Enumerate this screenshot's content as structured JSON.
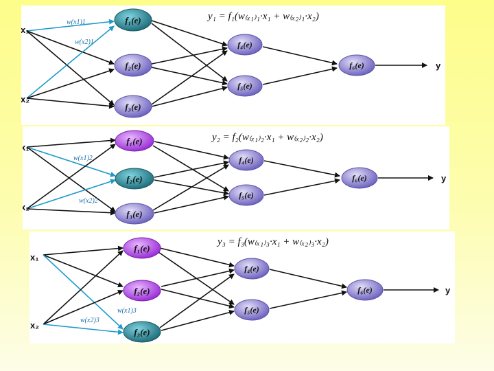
{
  "colors": {
    "page_background": "#fdfd9c",
    "panel_background": "#ffffff",
    "arrow_black": "#111111",
    "arrow_blue": "#1e9ac8",
    "node_teal": "#2f8d9b",
    "node_violet": "#8c84d6",
    "node_magenta": "#b048e8",
    "node_blue_violet": "#6f7fd0"
  },
  "panels": [
    {
      "formula": "y₁ = f₁(w₍ₓ₁₎₁·x₁ + w₍ₓ₂₎₁·x₂)",
      "inputs": [
        "x₁",
        "x₂"
      ],
      "weights": [
        "w(x1)1",
        "w(x2)1"
      ],
      "nodes": [
        "f₁(e)",
        "f₂(e)",
        "f₃(e)",
        "f₄(e)",
        "f₅(e)",
        "f₆(e)"
      ],
      "output": "y",
      "active_node": "f1",
      "active_node_color": "teal"
    },
    {
      "formula": "y₂ = f₂(w₍ₓ₁₎₂·x₁ + w₍ₓ₂₎₂·x₂)",
      "inputs": [
        "x₁",
        "x₂"
      ],
      "weights": [
        "w(x1)2",
        "w(x2)2"
      ],
      "nodes": [
        "f₁(e)",
        "f₂(e)",
        "f₃(e)",
        "f₄(e)",
        "f₅(e)",
        "f₆(e)"
      ],
      "output": "y",
      "active_node": "f2",
      "active_node_color": "teal"
    },
    {
      "formula": "y₃ = f₃(w₍ₓ₁₎₃·x₁ + w₍ₓ₂₎₃·x₂)",
      "inputs": [
        "x₁",
        "x₂"
      ],
      "weights": [
        "w(x1)3",
        "w(x2)3"
      ],
      "nodes": [
        "f₁(e)",
        "f₂(e)",
        "f₃(e)",
        "f₄(e)",
        "f₅(e)",
        "f₆(e)"
      ],
      "output": "y",
      "active_node": "f3",
      "active_node_color": "teal"
    }
  ]
}
